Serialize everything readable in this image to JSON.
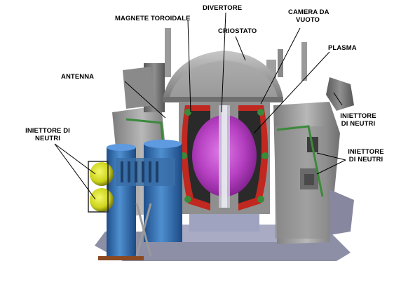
{
  "labels": {
    "divertore": "DIVERTORE",
    "magnete_toroidale": "MAGNETE TOROIDALE",
    "criostato": "CRIOSTATO",
    "camera_da_vuoto_line1": "CAMERA DA",
    "camera_da_vuoto_line2": "VUOTO",
    "plasma": "PLASMA",
    "antenna": "ANTENNA",
    "iniettore_left_line1": "INIETTORE DI",
    "iniettore_left_line2": "NEUTRI",
    "iniettore_right_top_line1": "INIETTORE",
    "iniettore_right_top_line2": "DI NEUTRI",
    "iniettore_right_mid_line1": "INIETTORE",
    "iniettore_right_mid_line2": "DI NEUTRI"
  },
  "colors": {
    "plasma": "#b43fc0",
    "injector_blue": "#3f7fc4",
    "injector_yellow": "#d8e020",
    "structure_grey": "#9a9a9a",
    "coil_red": "#c02820",
    "coil_green": "#3a8a3a"
  }
}
